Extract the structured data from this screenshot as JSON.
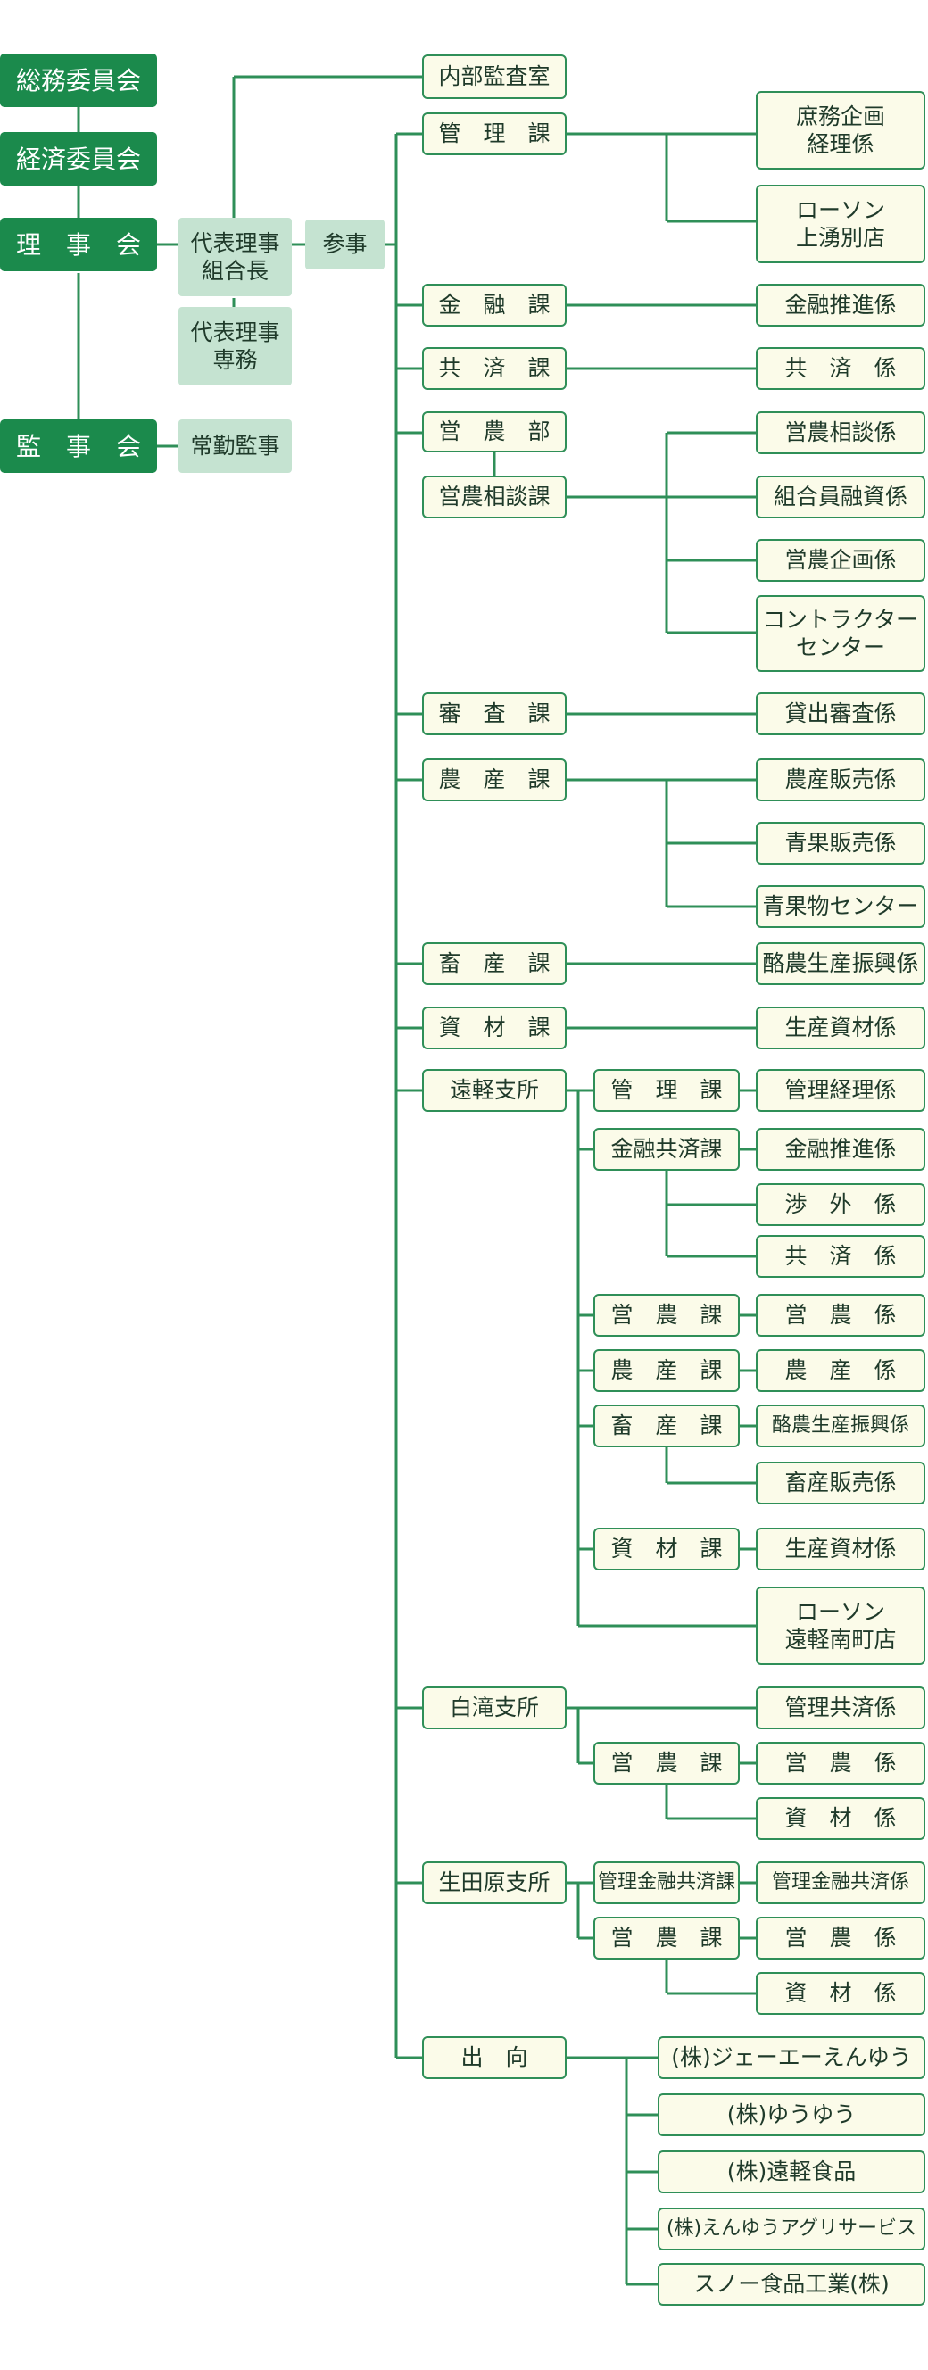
{
  "colors": {
    "line": "#2f8f58",
    "dark": "#1b8a4c",
    "light": "#c5e3d1",
    "pale": "#fbfbe9"
  },
  "board": {
    "general_affairs_committee": "総務委員会",
    "economic_committee": "経済委員会",
    "board_of_directors": "理　事　会",
    "auditors": "監　事　会",
    "rep_director_president": "代表理事\n組合長",
    "rep_director_managing": "代表理事\n専務",
    "councilor": "参事",
    "full_time_auditor": "常勤監事"
  },
  "hq": {
    "internal_audit": "内部監査室",
    "management_div": "管　理　課",
    "general_affairs_accounting": "庶務企画\n経理係",
    "lawson_kamiyubetsu": "ローソン\n上湧別店",
    "finance_div": "金　融　課",
    "finance_promotion": "金融推進係",
    "mutual_div": "共　済　課",
    "mutual_sec": "共　済　係",
    "farming_dept": "営　農　部",
    "farming_consult_div": "営農相談課",
    "farming_consult_sec": "営農相談係",
    "member_finance_sec": "組合員融資係",
    "farming_planning_sec": "営農企画係",
    "contractor_center": "コントラクター\nセンター",
    "review_div": "審　査　課",
    "loan_review_sec": "貸出審査係",
    "agri_products_div": "農　産　課",
    "agri_sales_sec": "農産販売係",
    "produce_sales_sec": "青果販売係",
    "produce_center": "青果物センター",
    "livestock_div": "畜　産　課",
    "dairy_promotion_sec": "酪農生産振興係",
    "materials_div": "資　材　課",
    "production_materials_sec": "生産資材係"
  },
  "engaru": {
    "branch": "遠軽支所",
    "management_div": "管　理　課",
    "management_accounting_sec": "管理経理係",
    "finance_mutual_div": "金融共済課",
    "finance_promotion_sec": "金融推進係",
    "external_sec": "渉　外　係",
    "mutual_sec": "共　済　係",
    "farming_div": "営　農　課",
    "farming_sec": "営　農　係",
    "agri_products_div": "農　産　課",
    "agri_products_sec": "農　産　係",
    "livestock_div": "畜　産　課",
    "dairy_promotion_sec": "酪農生産振興係",
    "livestock_sales_sec": "畜産販売係",
    "materials_div": "資　材　課",
    "production_materials_sec": "生産資材係",
    "lawson_engaru_minami": "ローソン\n遠軽南町店"
  },
  "shirataki": {
    "branch": "白滝支所",
    "management_mutual_sec": "管理共済係",
    "farming_div": "営　農　課",
    "farming_sec": "営　農　係",
    "materials_sec": "資　材　係"
  },
  "ikutahara": {
    "branch": "生田原支所",
    "mgmt_finance_mutual_div": "管理金融共済課",
    "mgmt_finance_mutual_sec": "管理金融共済係",
    "farming_div": "営　農　課",
    "farming_sec": "営　農　係",
    "materials_sec": "資　材　係"
  },
  "secondment": {
    "label": "出　向",
    "ja_enyu": "(株)ジェーエーえんゆう",
    "yuyu": "(株)ゆうゆう",
    "engaru_foods": "(株)遠軽食品",
    "enyu_agri_service": "(株)えんゆうアグリサービス",
    "snow_foods": "スノー食品工業(株)"
  }
}
